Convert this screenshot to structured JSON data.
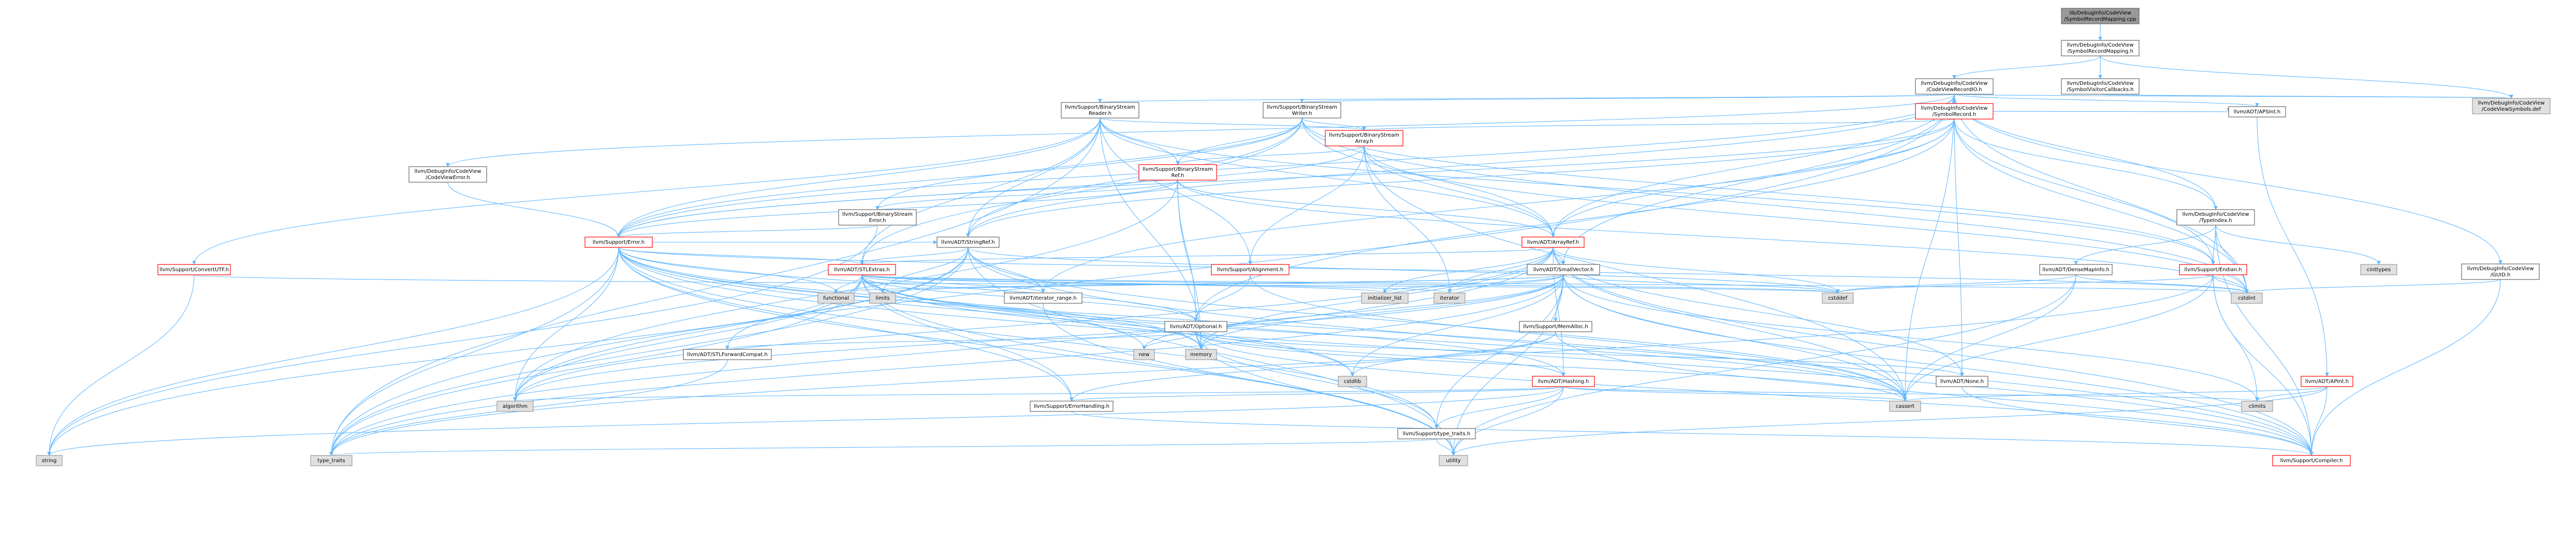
{
  "colors": {
    "edge": "#63b8ff",
    "default_border": "#666666",
    "default_fill": "#ffffff",
    "root_fill": "#999999",
    "link_red": "#ff0000",
    "system_fill": "#e0e0e0",
    "system_border": "#999999",
    "text": "#000000"
  },
  "nodes": [
    {
      "id": "root",
      "lines": [
        "lib/DebugInfo/CodeView",
        "/SymbolRecordMapping.cpp"
      ],
      "style": "root"
    },
    {
      "id": "srm",
      "lines": [
        "llvm/DebugInfo/CodeView",
        "/SymbolRecordMapping.h"
      ],
      "style": "default"
    },
    {
      "id": "cvrio",
      "lines": [
        "llvm/DebugInfo/CodeView",
        "/CodeViewRecordIO.h"
      ],
      "style": "default"
    },
    {
      "id": "svcb",
      "lines": [
        "llvm/DebugInfo/CodeView",
        "/SymbolVisitorCallbacks.h"
      ],
      "style": "default"
    },
    {
      "id": "cvsym",
      "lines": [
        "llvm/DebugInfo/CodeView",
        "/CodeViewSymbols.def"
      ],
      "style": "system"
    },
    {
      "id": "cverr",
      "lines": [
        "llvm/DebugInfo/CodeView",
        "/CodeViewError.h"
      ],
      "style": "default"
    },
    {
      "id": "bsr",
      "lines": [
        "llvm/Support/BinaryStream",
        "Reader.h"
      ],
      "style": "default"
    },
    {
      "id": "bsw",
      "lines": [
        "llvm/Support/BinaryStream",
        "Writer.h"
      ],
      "style": "default"
    },
    {
      "id": "symrec",
      "lines": [
        "llvm/DebugInfo/CodeView",
        "/SymbolRecord.h"
      ],
      "style": "red"
    },
    {
      "id": "apsint",
      "lines": [
        "llvm/ADT/APSInt.h"
      ],
      "style": "default"
    },
    {
      "id": "bsa",
      "lines": [
        "llvm/Support/BinaryStream",
        "Array.h"
      ],
      "style": "red"
    },
    {
      "id": "bsref",
      "lines": [
        "llvm/Support/BinaryStream",
        "Ref.h"
      ],
      "style": "red"
    },
    {
      "id": "bserr",
      "lines": [
        "llvm/Support/BinaryStream",
        "Error.h"
      ],
      "style": "default"
    },
    {
      "id": "typeindex",
      "lines": [
        "llvm/DebugInfo/CodeView",
        "/TypeIndex.h"
      ],
      "style": "default"
    },
    {
      "id": "guid",
      "lines": [
        "llvm/DebugInfo/CodeView",
        "/GUID.h"
      ],
      "style": "default"
    },
    {
      "id": "error",
      "lines": [
        "llvm/Support/Error.h"
      ],
      "style": "red"
    },
    {
      "id": "stringref",
      "lines": [
        "llvm/ADT/StringRef.h"
      ],
      "style": "default"
    },
    {
      "id": "arrayref",
      "lines": [
        "llvm/ADT/ArrayRef.h"
      ],
      "style": "red"
    },
    {
      "id": "convutf",
      "lines": [
        "llvm/Support/ConvertUTF.h"
      ],
      "style": "red"
    },
    {
      "id": "stlextras",
      "lines": [
        "llvm/ADT/STLExtras.h"
      ],
      "style": "red"
    },
    {
      "id": "alignment",
      "lines": [
        "llvm/Support/Alignment.h"
      ],
      "style": "red"
    },
    {
      "id": "smallvector",
      "lines": [
        "llvm/ADT/SmallVector.h"
      ],
      "style": "default"
    },
    {
      "id": "densemapinfo",
      "lines": [
        "llvm/ADT/DenseMapInfo.h"
      ],
      "style": "default"
    },
    {
      "id": "endian",
      "lines": [
        "llvm/Support/Endian.h"
      ],
      "style": "red"
    },
    {
      "id": "cinttypes",
      "lines": [
        "cinttypes"
      ],
      "style": "system"
    },
    {
      "id": "functional",
      "lines": [
        "functional"
      ],
      "style": "system"
    },
    {
      "id": "limits",
      "lines": [
        "limits"
      ],
      "style": "system"
    },
    {
      "id": "iterrange",
      "lines": [
        "llvm/ADT/iterator_range.h"
      ],
      "style": "default"
    },
    {
      "id": "initlist",
      "lines": [
        "initializer_list"
      ],
      "style": "system"
    },
    {
      "id": "iterator",
      "lines": [
        "iterator"
      ],
      "style": "system"
    },
    {
      "id": "cstddef",
      "lines": [
        "cstddef"
      ],
      "style": "system"
    },
    {
      "id": "cstdint",
      "lines": [
        "cstdint"
      ],
      "style": "system"
    },
    {
      "id": "optional",
      "lines": [
        "llvm/ADT/Optional.h"
      ],
      "style": "default"
    },
    {
      "id": "memalloc",
      "lines": [
        "llvm/Support/MemAlloc.h"
      ],
      "style": "default"
    },
    {
      "id": "stlfwd",
      "lines": [
        "llvm/ADT/STLForwardCompat.h"
      ],
      "style": "default"
    },
    {
      "id": "new",
      "lines": [
        "new"
      ],
      "style": "system"
    },
    {
      "id": "memory",
      "lines": [
        "memory"
      ],
      "style": "system"
    },
    {
      "id": "cstdlib",
      "lines": [
        "cstdlib"
      ],
      "style": "system"
    },
    {
      "id": "hashing",
      "lines": [
        "llvm/ADT/Hashing.h"
      ],
      "style": "red"
    },
    {
      "id": "none",
      "lines": [
        "llvm/ADT/None.h"
      ],
      "style": "default"
    },
    {
      "id": "apint",
      "lines": [
        "llvm/ADT/APInt.h"
      ],
      "style": "red"
    },
    {
      "id": "algorithm",
      "lines": [
        "algorithm"
      ],
      "style": "system"
    },
    {
      "id": "errhandling",
      "lines": [
        "llvm/Support/ErrorHandling.h"
      ],
      "style": "default"
    },
    {
      "id": "typetraits_s",
      "lines": [
        "llvm/Support/type_traits.h"
      ],
      "style": "default"
    },
    {
      "id": "cassert",
      "lines": [
        "cassert"
      ],
      "style": "system"
    },
    {
      "id": "climits",
      "lines": [
        "climits"
      ],
      "style": "system"
    },
    {
      "id": "string",
      "lines": [
        "string"
      ],
      "style": "system"
    },
    {
      "id": "type_traits",
      "lines": [
        "type_traits"
      ],
      "style": "system"
    },
    {
      "id": "utility",
      "lines": [
        "utility"
      ],
      "style": "system"
    },
    {
      "id": "compiler",
      "lines": [
        "llvm/Support/Compiler.h"
      ],
      "style": "red"
    }
  ],
  "edges": [
    [
      "root",
      "srm"
    ],
    [
      "srm",
      "cvrio"
    ],
    [
      "srm",
      "svcb"
    ],
    [
      "srm",
      "cvsym"
    ],
    [
      "svcb",
      "cvsym"
    ],
    [
      "cvrio",
      "cverr"
    ],
    [
      "cvrio",
      "bsr"
    ],
    [
      "cvrio",
      "bsw"
    ],
    [
      "cvrio",
      "symrec"
    ],
    [
      "cvrio",
      "apsint"
    ],
    [
      "cvrio",
      "typeindex"
    ],
    [
      "cvrio",
      "guid"
    ],
    [
      "cvrio",
      "error"
    ],
    [
      "cvrio",
      "stringref"
    ],
    [
      "cvrio",
      "arrayref"
    ],
    [
      "cvrio",
      "smallvector"
    ],
    [
      "cvrio",
      "none"
    ],
    [
      "cvrio",
      "cassert"
    ],
    [
      "cvrio",
      "cstdint"
    ],
    [
      "cvrio",
      "type_traits"
    ],
    [
      "cvrio",
      "cvsym"
    ],
    [
      "cverr",
      "error"
    ],
    [
      "bsr",
      "bsa"
    ],
    [
      "bsr",
      "bsref"
    ],
    [
      "bsr",
      "error"
    ],
    [
      "bsr",
      "stringref"
    ],
    [
      "bsr",
      "arrayref"
    ],
    [
      "bsr",
      "stlextras"
    ],
    [
      "bsr",
      "convutf"
    ],
    [
      "bsr",
      "alignment"
    ],
    [
      "bsr",
      "endian"
    ],
    [
      "bsr",
      "memory"
    ],
    [
      "bsr",
      "type_traits"
    ],
    [
      "bsw",
      "bsa"
    ],
    [
      "bsw",
      "bsref"
    ],
    [
      "bsw",
      "bserr"
    ],
    [
      "bsw",
      "error"
    ],
    [
      "bsw",
      "stringref"
    ],
    [
      "bsw",
      "arrayref"
    ],
    [
      "bsw",
      "stlextras"
    ],
    [
      "bsw",
      "endian"
    ],
    [
      "bsw",
      "cstdint"
    ],
    [
      "symrec",
      "bsa"
    ],
    [
      "symrec",
      "arrayref"
    ],
    [
      "symrec",
      "typeindex"
    ],
    [
      "symrec",
      "apsint"
    ],
    [
      "symrec",
      "stringref"
    ],
    [
      "symrec",
      "optional"
    ],
    [
      "symrec",
      "iterrange"
    ],
    [
      "symrec",
      "endian"
    ],
    [
      "symrec",
      "error"
    ],
    [
      "symrec",
      "cstdint"
    ],
    [
      "symrec",
      "vector_dummy"
    ],
    [
      "apsint",
      "apint"
    ],
    [
      "bsa",
      "bsref"
    ],
    [
      "bsa",
      "arrayref"
    ],
    [
      "bsa",
      "iterator"
    ],
    [
      "bsa",
      "alignment"
    ],
    [
      "bsa",
      "error"
    ],
    [
      "bsa",
      "cassert"
    ],
    [
      "bsa",
      "cstdint"
    ],
    [
      "bsref",
      "bserr"
    ],
    [
      "bsref",
      "arrayref"
    ],
    [
      "bsref",
      "optional"
    ],
    [
      "bsref",
      "error"
    ],
    [
      "bsref",
      "algorithm"
    ],
    [
      "bsref",
      "cstdint"
    ],
    [
      "bsref",
      "memory"
    ],
    [
      "bserr",
      "error"
    ],
    [
      "bserr",
      "string"
    ],
    [
      "typeindex",
      "endian"
    ],
    [
      "typeindex",
      "cinttypes"
    ],
    [
      "typeindex",
      "cstdint"
    ],
    [
      "typeindex",
      "densemapinfo"
    ],
    [
      "typeindex",
      "compiler"
    ],
    [
      "guid",
      "cstdint"
    ],
    [
      "guid",
      "compiler"
    ],
    [
      "error",
      "stlextras"
    ],
    [
      "error",
      "stringref"
    ],
    [
      "error",
      "errhandling"
    ],
    [
      "error",
      "typetraits_s"
    ],
    [
      "error",
      "compiler"
    ],
    [
      "error",
      "algorithm"
    ],
    [
      "error",
      "cassert"
    ],
    [
      "error",
      "cstdint"
    ],
    [
      "error",
      "cstdlib"
    ],
    [
      "error",
      "functional"
    ],
    [
      "error",
      "memory"
    ],
    [
      "error",
      "new"
    ],
    [
      "error",
      "optional"
    ],
    [
      "error",
      "string"
    ],
    [
      "error",
      "type_traits"
    ],
    [
      "error",
      "utility"
    ],
    [
      "stringref",
      "stlextras"
    ],
    [
      "stringref",
      "iterrange"
    ],
    [
      "stringref",
      "compiler"
    ],
    [
      "stringref",
      "algorithm"
    ],
    [
      "stringref",
      "cassert"
    ],
    [
      "stringref",
      "cstddef"
    ],
    [
      "stringref",
      "limits"
    ],
    [
      "stringref",
      "string"
    ],
    [
      "stringref",
      "type_traits"
    ],
    [
      "stringref",
      "utility"
    ],
    [
      "arrayref",
      "hashing"
    ],
    [
      "arrayref",
      "none"
    ],
    [
      "arrayref",
      "smallvector"
    ],
    [
      "arrayref",
      "stlextras"
    ],
    [
      "arrayref",
      "compiler"
    ],
    [
      "arrayref",
      "algorithm"
    ],
    [
      "arrayref",
      "array_dummy"
    ],
    [
      "arrayref",
      "cassert"
    ],
    [
      "arrayref",
      "cstddef"
    ],
    [
      "arrayref",
      "initlist"
    ],
    [
      "arrayref",
      "iterator"
    ],
    [
      "arrayref",
      "memory"
    ],
    [
      "arrayref",
      "type_traits"
    ],
    [
      "convutf",
      "string"
    ],
    [
      "convutf",
      "cstddef"
    ],
    [
      "stlextras",
      "optional"
    ],
    [
      "stlextras",
      "stlfwd"
    ],
    [
      "stlextras",
      "iterrange"
    ],
    [
      "stlextras",
      "errhandling"
    ],
    [
      "stlextras",
      "algorithm"
    ],
    [
      "stlextras",
      "cassert"
    ],
    [
      "stlextras",
      "cstddef"
    ],
    [
      "stlextras",
      "cstdint"
    ],
    [
      "stlextras",
      "cstdlib"
    ],
    [
      "stlextras",
      "functional"
    ],
    [
      "stlextras",
      "initlist"
    ],
    [
      "stlextras",
      "iterator"
    ],
    [
      "stlextras",
      "limits"
    ],
    [
      "stlextras",
      "memory"
    ],
    [
      "stlextras",
      "type_traits"
    ],
    [
      "stlextras",
      "utility"
    ],
    [
      "stlextras",
      "hashing"
    ],
    [
      "alignment",
      "optional"
    ],
    [
      "alignment",
      "cassert"
    ],
    [
      "smallvector",
      "compiler"
    ],
    [
      "smallvector",
      "memalloc"
    ],
    [
      "smallvector",
      "typetraits_s"
    ],
    [
      "smallvector",
      "algorithm"
    ],
    [
      "smallvector",
      "cassert"
    ],
    [
      "smallvector",
      "cstddef"
    ],
    [
      "smallvector",
      "cstdlib"
    ],
    [
      "smallvector",
      "functional"
    ],
    [
      "smallvector",
      "initlist"
    ],
    [
      "smallvector",
      "iterator"
    ],
    [
      "smallvector",
      "limits"
    ],
    [
      "smallvector",
      "memory"
    ],
    [
      "smallvector",
      "new"
    ],
    [
      "smallvector",
      "type_traits"
    ],
    [
      "smallvector",
      "utility"
    ],
    [
      "smallvector",
      "climits"
    ],
    [
      "densemapinfo",
      "cassert"
    ],
    [
      "densemapinfo",
      "cstddef"
    ],
    [
      "densemapinfo",
      "cstdint"
    ],
    [
      "densemapinfo",
      "utility"
    ],
    [
      "endian",
      "compiler"
    ],
    [
      "endian",
      "cassert"
    ],
    [
      "endian",
      "cstddef"
    ],
    [
      "endian",
      "cstdint"
    ],
    [
      "endian",
      "type_traits"
    ],
    [
      "endian",
      "climits"
    ],
    [
      "iterrange",
      "utility"
    ],
    [
      "optional",
      "none"
    ],
    [
      "optional",
      "stlfwd"
    ],
    [
      "optional",
      "compiler"
    ],
    [
      "optional",
      "typetraits_s"
    ],
    [
      "optional",
      "cassert"
    ],
    [
      "optional",
      "memory"
    ],
    [
      "optional",
      "new"
    ],
    [
      "optional",
      "utility"
    ],
    [
      "optional",
      "hashing"
    ],
    [
      "memalloc",
      "compiler"
    ],
    [
      "memalloc",
      "errhandling"
    ],
    [
      "memalloc",
      "cstdlib"
    ],
    [
      "stlfwd",
      "type_traits"
    ],
    [
      "hashing",
      "errhandling"
    ],
    [
      "hashing",
      "typetraits_s"
    ],
    [
      "hashing",
      "algorithm"
    ],
    [
      "hashing",
      "cassert"
    ],
    [
      "hashing",
      "cstring_dummy"
    ],
    [
      "hashing",
      "string"
    ],
    [
      "hashing",
      "utility"
    ],
    [
      "hashing",
      "climits"
    ],
    [
      "none",
      "compiler"
    ],
    [
      "apint",
      "compiler"
    ],
    [
      "apint",
      "cassert"
    ],
    [
      "apint",
      "climits"
    ],
    [
      "apint",
      "cstring_dummy"
    ],
    [
      "apint",
      "utility"
    ],
    [
      "errhandling",
      "compiler"
    ],
    [
      "typetraits_s",
      "type_traits"
    ],
    [
      "typetraits_s",
      "utility"
    ]
  ]
}
